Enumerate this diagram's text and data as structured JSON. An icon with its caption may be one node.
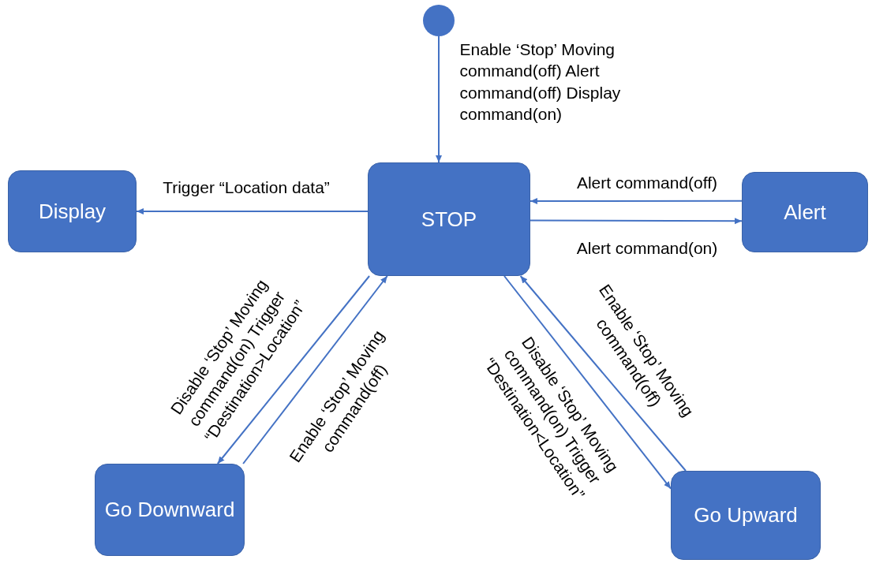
{
  "diagram": {
    "nodes": [
      {
        "text": [],
        "shape": "circle"
      },
      {
        "text": [
          "STOP"
        ]
      },
      {
        "text": [
          "Display"
        ]
      },
      {
        "text": [
          "Alert"
        ]
      },
      {
        "text": [
          "Go Downward"
        ]
      },
      {
        "text": [
          "Go Upward"
        ]
      }
    ],
    "edges": [
      {
        "from": 0,
        "to": 1,
        "arrow": "to",
        "label": "Enable ‘Stop’ Moving command(off) Alert command(off) Display command(on)"
      },
      {
        "from": 1,
        "to": 2,
        "arrow": "to",
        "label": "Trigger “Location data”"
      },
      {
        "from": 3,
        "to": 1,
        "arrow": "to",
        "label": "Alert command(off)"
      },
      {
        "from": 1,
        "to": 3,
        "arrow": "to",
        "label": "Alert command(on)"
      },
      {
        "from": 1,
        "to": 4,
        "arrow": "to",
        "label": "Disable ‘Stop’ Moving command(on) Trigger “Destination>Location”"
      },
      {
        "from": 4,
        "to": 1,
        "arrow": "to",
        "label": "Enable ‘Stop’ Moving command(off)"
      },
      {
        "from": 5,
        "to": 1,
        "arrow": "to",
        "label": "Enable ‘Stop’ Moving command(off)"
      },
      {
        "from": 1,
        "to": 5,
        "arrow": "to",
        "label": "Disable ‘Stop’ Moving command(on) Trigger “Destination<Location”"
      }
    ]
  }
}
